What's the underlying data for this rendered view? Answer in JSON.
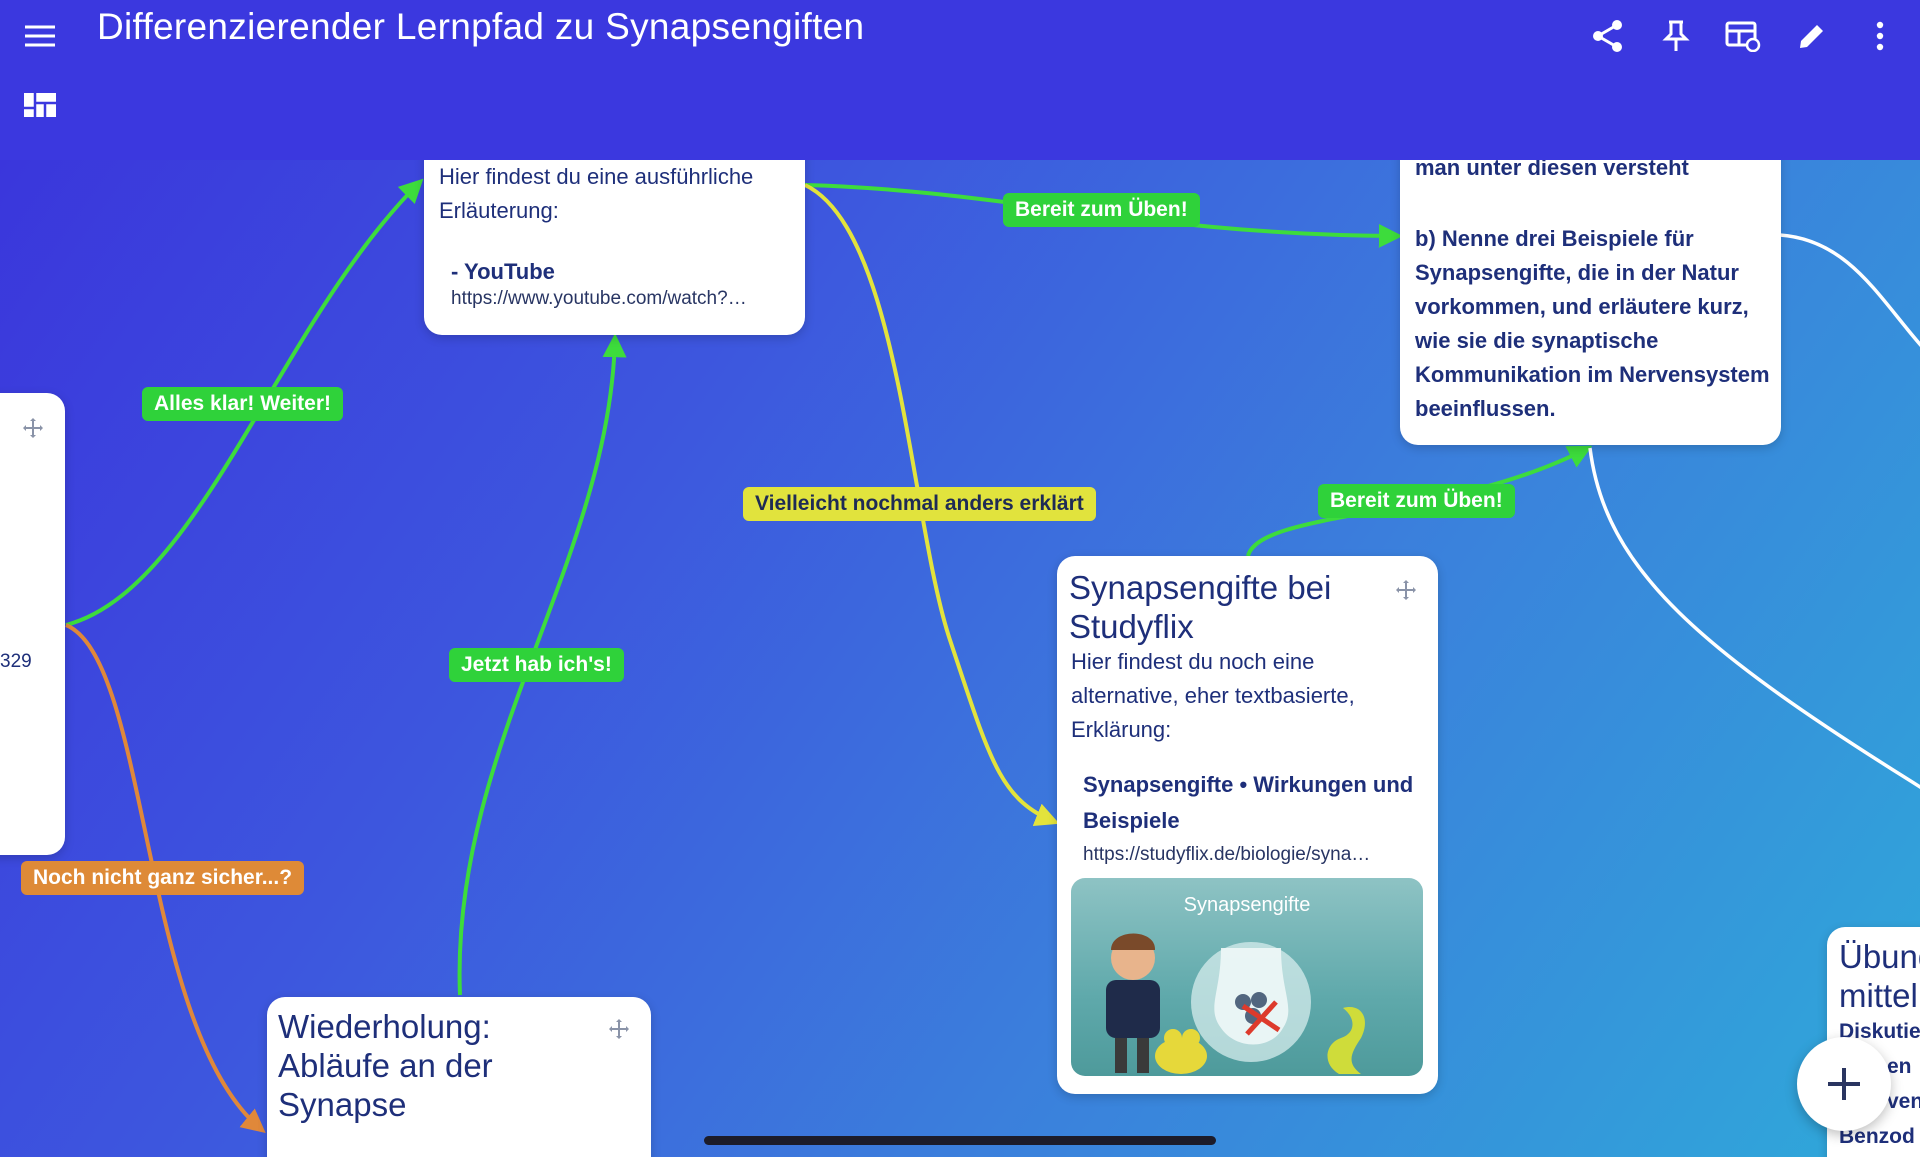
{
  "app": {
    "title": "Differenzierender Lernpfad zu Synapsengiften",
    "icons": [
      "menu-icon",
      "share-icon",
      "pin-icon",
      "board-settings-icon",
      "edit-icon",
      "more-vert-icon",
      "layout-icon"
    ]
  },
  "colors": {
    "topbar": "#3b38df",
    "green_edge": "#3ddc3c",
    "orange_edge": "#e0883a",
    "yellow_edge": "#e3e33c",
    "white_edge": "#ffffff",
    "card_text": "#1e2f7a"
  },
  "cards": {
    "left_partial": {
      "number": "329"
    },
    "youtube": {
      "text": "Hier findest du eine ausführliche Erläuterung:",
      "link_title": "- YouTube",
      "link_url": "https://www.youtube.com/watch?…"
    },
    "task": {
      "line1": "man unter diesen versteht",
      "text": "b) Nenne drei Beispiele für Synapsengifte, die in der Natur vorkommen, und erläutere kurz, wie sie die synaptische Kommunikation im Nervensystem beeinflussen."
    },
    "studyflix": {
      "title": "Synapsengifte bei Studyflix",
      "text": "Hier findest du noch eine alternative, eher textbasierte, Erklärung:",
      "link_title": "Synapsengifte • Wirkungen und Beispiele",
      "link_url": "https://studyflix.de/biologie/syna…",
      "image_caption": "Synapsengifte"
    },
    "wiederholung": {
      "title": "Wiederholung: Abläufe an der Synapse"
    },
    "uebung_partial": {
      "title_line1": "Übung",
      "title_line2": "mittel",
      "text_line1": "Diskutie",
      "text_line2": "en",
      "text_line3": "ven",
      "text_line4": "Benzod"
    }
  },
  "edge_labels": {
    "alles_klar": "Alles klar! Weiter!",
    "noch_nicht": "Noch nicht ganz sicher...?",
    "jetzt_hab": "Jetzt hab ich's!",
    "bereit_top": "Bereit zum Üben!",
    "bereit_mid": "Bereit zum Üben!",
    "vielleicht": "Vielleicht nochmal anders erklärt"
  },
  "fab": {
    "icon": "plus-icon"
  }
}
